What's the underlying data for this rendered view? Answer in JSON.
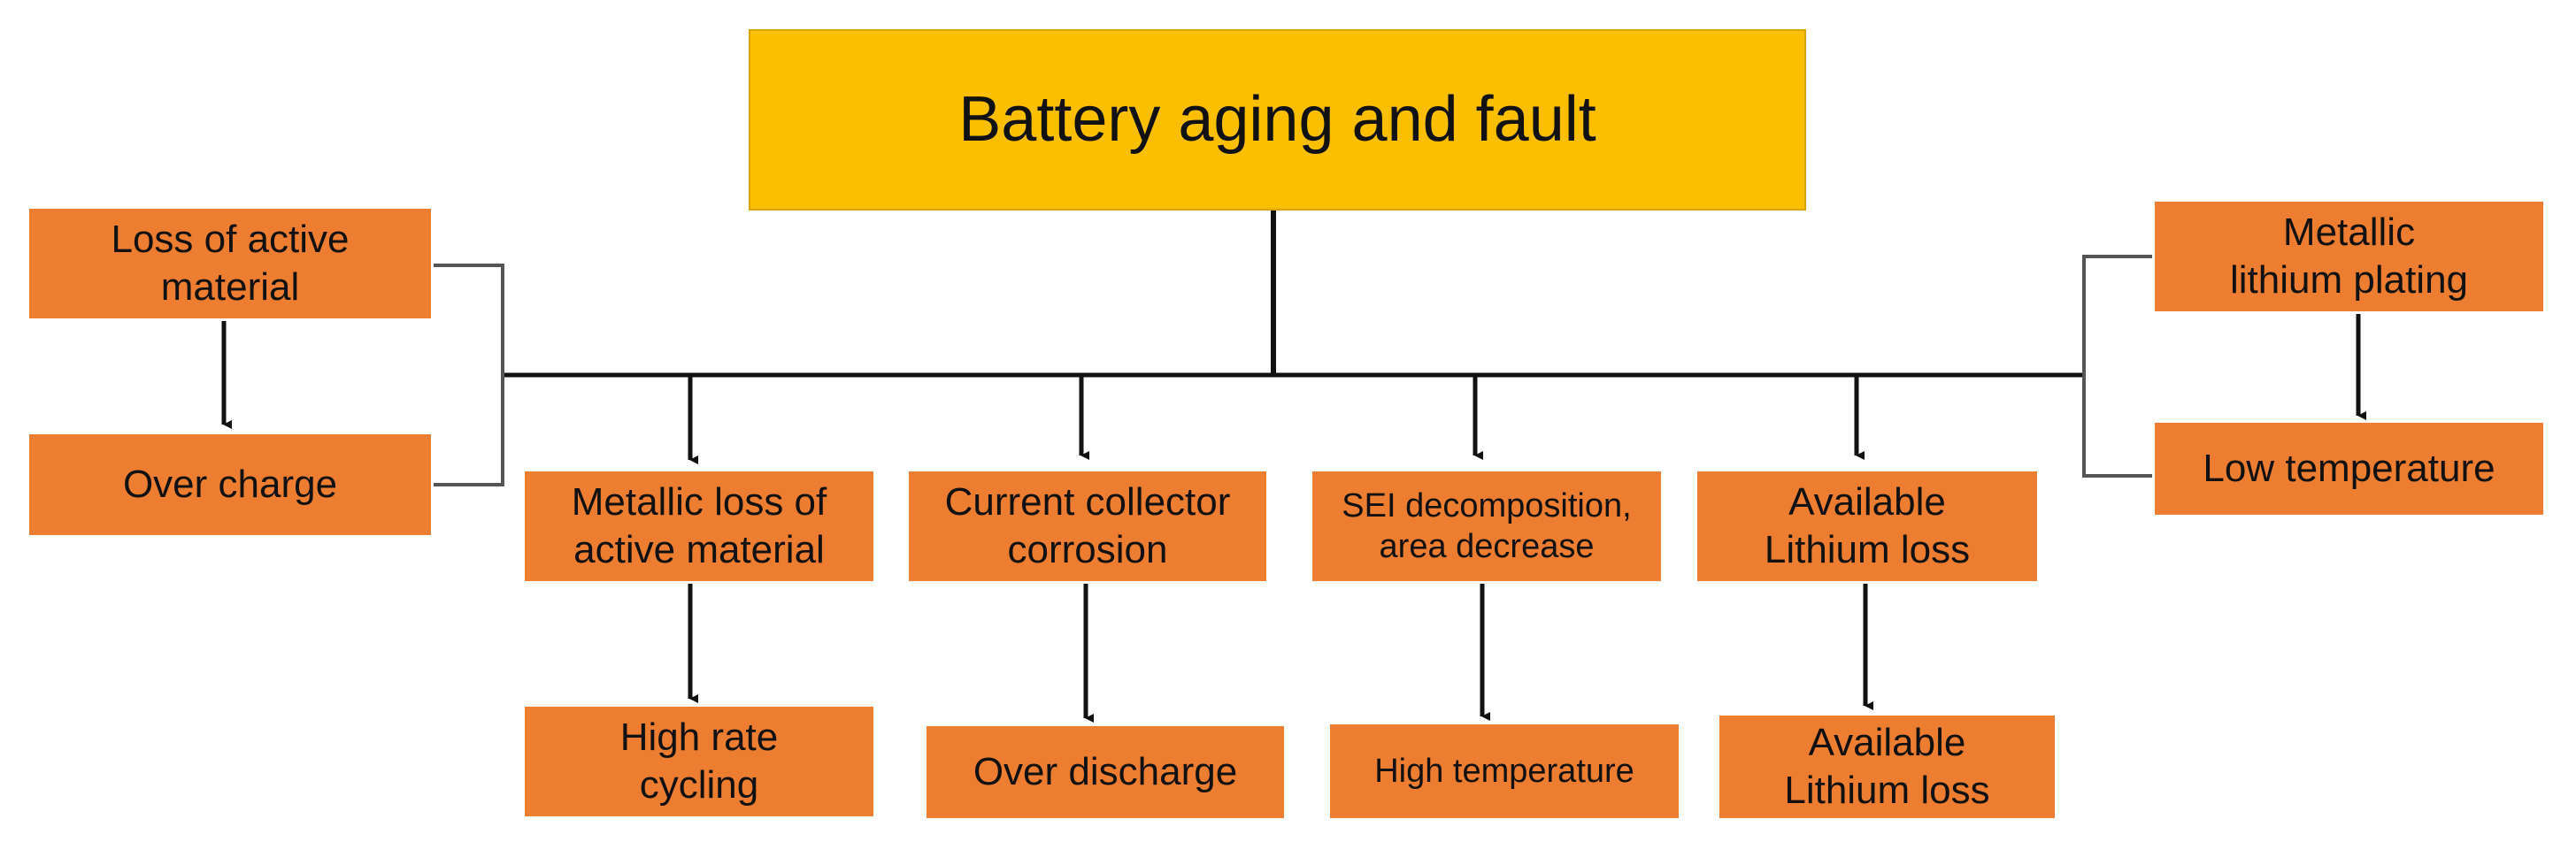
{
  "root": {
    "label": "Battery aging and fault"
  },
  "nodes": {
    "loss_active_material": "Loss of active\nmaterial",
    "over_charge": "Over charge",
    "metallic_loss": "Metallic loss of\nactive material",
    "high_rate_cycling": "High rate\ncycling",
    "current_collector_corrosion": "Current collector\ncorrosion",
    "over_discharge": "Over discharge",
    "sei_decomposition": "SEI decomposition,\narea decrease",
    "high_temperature": "High temperature",
    "available_lithium_loss_cause": "Available\nLithium loss",
    "available_lithium_loss_effect": "Available\nLithium loss",
    "metallic_lithium_plating": "Metallic\nlithium plating",
    "low_temperature": "Low temperature"
  },
  "colors": {
    "root_fill": "#fbbf00",
    "node_fill": "#ed7d31",
    "connector": "#111111",
    "side_connector": "#555555"
  }
}
